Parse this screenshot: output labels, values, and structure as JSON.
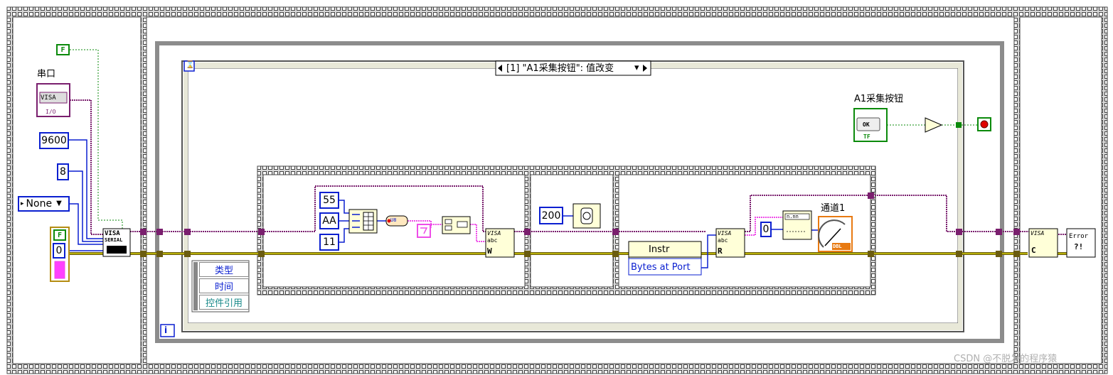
{
  "constants": {
    "false_top": "F",
    "baud": "9600",
    "data_bits": "8",
    "parity": "None",
    "parity_arrow": "▼",
    "parity_marker": "▸",
    "false_bottom": "F",
    "zero_left": "0",
    "byte1": "55",
    "byte2": "AA",
    "byte3": "11",
    "wait_ms": "200",
    "zero_right": "0"
  },
  "labels": {
    "serial_port": "串口",
    "button_label": "A1采集按钮",
    "channel_label": "通道1",
    "event_case_selector": "[1] \"A1采集按钮\": 值改变",
    "event_case_arrow": "▾"
  },
  "visa": {
    "control_text": "VISA",
    "control_io": "I/O",
    "serial_node_top": "VISA",
    "serial_node_sub": "SERIAL",
    "write_node_top": "VISA",
    "write_node_mid": "abc",
    "write_node_letter": "W",
    "read_node_top": "VISA",
    "read_node_mid": "abc",
    "read_node_letter": "R",
    "close_node_top": "VISA",
    "close_node_letter": "C",
    "error_top": "Error",
    "error_bottom": "?!"
  },
  "event_data_items": [
    "类型",
    "时间",
    "控件引用"
  ],
  "property_node": {
    "row1": "Instr",
    "row2": "Bytes at Port"
  },
  "button": {
    "ok": "OK",
    "tf": "TF"
  },
  "misc": {
    "u8": "U8",
    "nnn": "n.nn",
    "dbl": "DBL",
    "loop_iteration": "i",
    "event_timeout": "⌛",
    "watermark": "CSDN @不脱发的程序猿"
  },
  "colors": {
    "visa_wire": "#7a1f6e",
    "error_wire": "#6b5c10",
    "numeric_blue": "#0a1fd0",
    "bool_green": "#0b8a0b",
    "frame_gray": "#5a5a5a",
    "loop_gray": "#8c8c8c",
    "node_fill": "#ffffd8",
    "string_pink": "#ee4de8"
  }
}
